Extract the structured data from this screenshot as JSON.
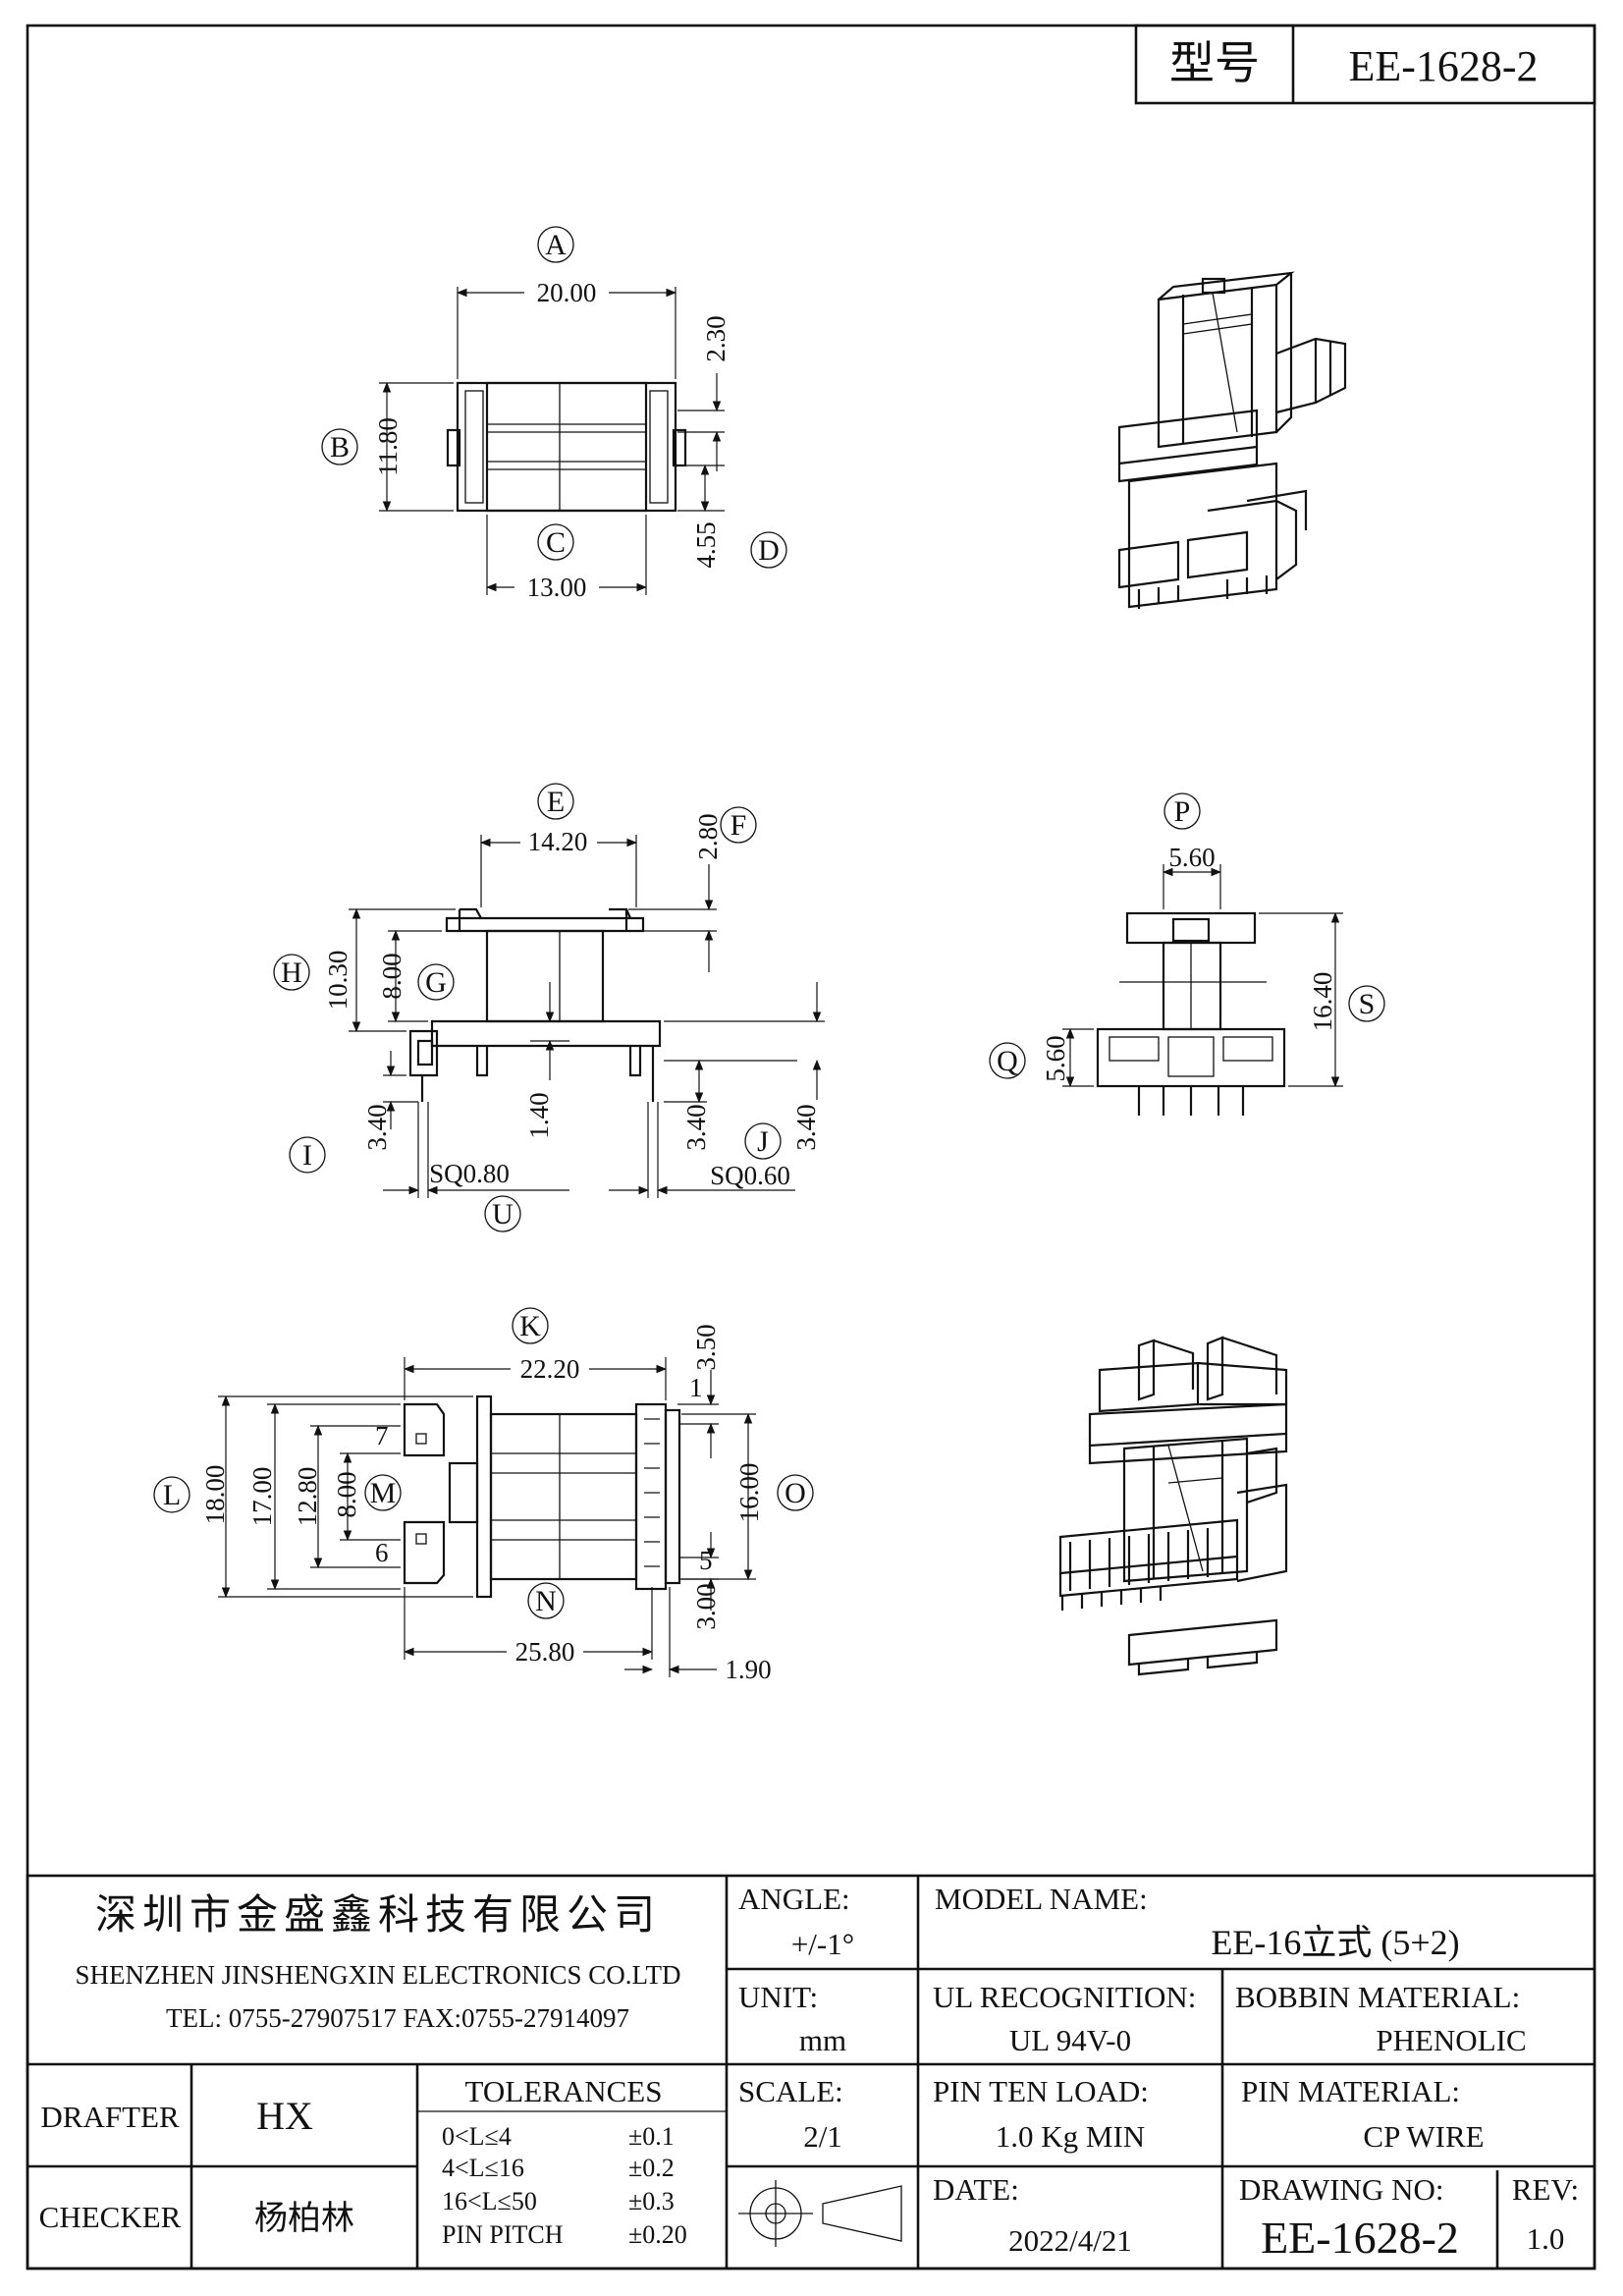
{
  "header": {
    "model_label": "型号",
    "model_value": "EE-1628-2"
  },
  "views": {
    "top": {
      "dims": {
        "A": "20.00",
        "B": "11.80",
        "C": "13.00",
        "D": "4.55",
        "extra": "2.30"
      },
      "letters": [
        "A",
        "B",
        "C",
        "D"
      ]
    },
    "front": {
      "dims": {
        "E": "14.20",
        "F": "2.80",
        "H": "10.30",
        "G": "8.00",
        "I": "3.40",
        "mid": "1.40",
        "J1": "3.40",
        "J2": "3.40",
        "U1": "SQ0.80",
        "U2": "SQ0.60"
      },
      "letters": [
        "E",
        "F",
        "G",
        "H",
        "I",
        "J",
        "U"
      ]
    },
    "side": {
      "dims": {
        "P": "5.60",
        "S": "16.40",
        "Q": "5.60"
      },
      "letters": [
        "P",
        "Q",
        "S"
      ]
    },
    "bottom": {
      "dims": {
        "K": "22.20",
        "top": "3.50",
        "L": "18.00",
        "L2": "17.00",
        "L3": "12.80",
        "M": "8.00",
        "O": "16.00",
        "N": "25.80",
        "bot": "3.00",
        "pitch_end": "1.90"
      },
      "letters": [
        "K",
        "L",
        "M",
        "N",
        "O"
      ],
      "pins": {
        "p1": "1",
        "p5": "5",
        "p6": "6",
        "p7": "7"
      }
    }
  },
  "title_block": {
    "company_cn": "深圳市金盛鑫科技有限公司",
    "company_en": "SHENZHEN JINSHENGXIN ELECTRONICS CO.LTD",
    "contact": "TEL: 0755-27907517  FAX:0755-27914097",
    "angle_label": "ANGLE:",
    "angle_value": "+/-1°",
    "model_name_label": "MODEL NAME:",
    "model_name_value": "EE-16立式 (5+2)",
    "unit_label": "UNIT:",
    "unit_value": "mm",
    "ul_label": "UL RECOGNITION:",
    "ul_value": "UL 94V-0",
    "bobbin_label": "BOBBIN MATERIAL:",
    "bobbin_value": "PHENOLIC",
    "drafter_label": "DRAFTER",
    "drafter_value": "HX",
    "tolerances_label": "TOLERANCES",
    "tolerances": [
      {
        "range": "0<L≤4",
        "value": "±0.1"
      },
      {
        "range": "4<L≤16",
        "value": "±0.2"
      },
      {
        "range": "16<L≤50",
        "value": "±0.3"
      },
      {
        "range": "PIN PITCH",
        "value": "±0.20"
      }
    ],
    "scale_label": "SCALE:",
    "scale_value": "2/1",
    "pin_ten_label": "PIN TEN LOAD:",
    "pin_ten_value": "1.0 Kg MIN",
    "pin_material_label": "PIN MATERIAL:",
    "pin_material_value": "CP WIRE",
    "checker_label": "CHECKER",
    "checker_value": "杨柏林",
    "date_label": "DATE:",
    "date_value": "2022/4/21",
    "drawing_no_label": "DRAWING NO:",
    "drawing_no_value": "EE-1628-2",
    "rev_label": "REV:",
    "rev_value": "1.0"
  }
}
